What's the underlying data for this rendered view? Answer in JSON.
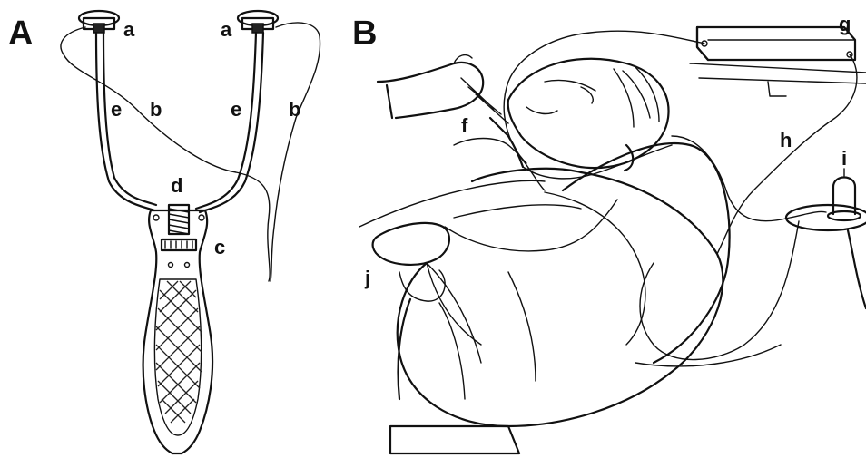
{
  "panels": [
    {
      "id": "A",
      "label": "A"
    },
    {
      "id": "B",
      "label": "B"
    }
  ],
  "panel_a_labels": [
    "a",
    "a",
    "b",
    "b",
    "c",
    "d",
    "e",
    "e"
  ],
  "panel_b_labels": [
    "f",
    "g",
    "h",
    "i",
    "j"
  ],
  "ink_color": "#111111",
  "background": "#ffffff"
}
